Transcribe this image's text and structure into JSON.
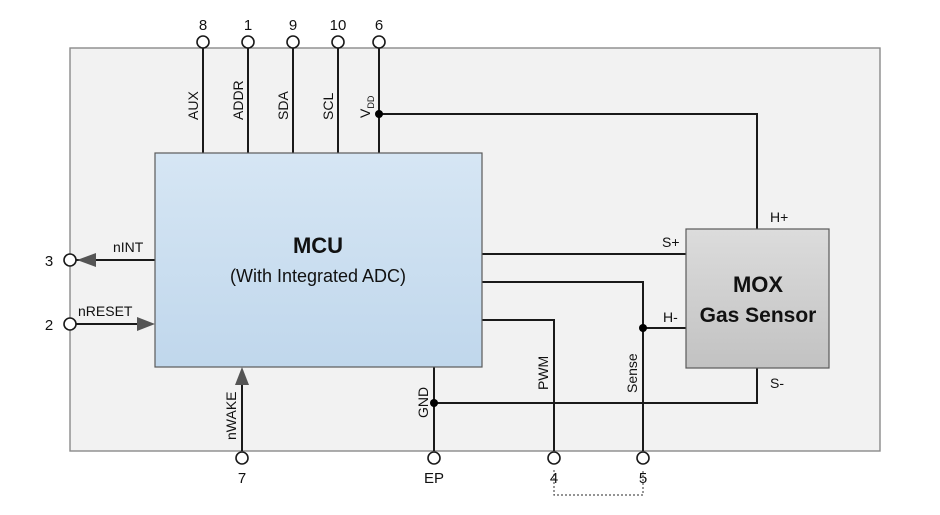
{
  "mcu": {
    "title": "MCU",
    "subtitle": "(With Integrated ADC)"
  },
  "sensor": {
    "line1": "MOX",
    "line2": "Gas Sensor"
  },
  "top_pins": [
    {
      "num": "8",
      "label": "AUX"
    },
    {
      "num": "1",
      "label": "ADDR"
    },
    {
      "num": "9",
      "label": "SDA"
    },
    {
      "num": "10",
      "label": "SCL"
    },
    {
      "num": "6",
      "label": "V",
      "label_sub": "DD"
    }
  ],
  "left_pins": [
    {
      "num": "3",
      "label": "nINT"
    },
    {
      "num": "2",
      "label": "nRESET"
    }
  ],
  "bottom_pins": [
    {
      "num": "7",
      "label": "nWAKE"
    },
    {
      "num": "EP",
      "label": "GND"
    },
    {
      "num": "4",
      "label": "PWM"
    },
    {
      "num": "5",
      "label": "Sense"
    }
  ],
  "sensor_terminals": {
    "h_plus": "H+",
    "h_minus": "H-",
    "s_plus": "S+",
    "s_minus": "S-"
  },
  "colors": {
    "mcu_fill_top": "#d4e5f3",
    "mcu_fill_bottom": "#c2d9ee",
    "sensor_fill": "#cfcfcf",
    "package_fill": "#f2f2f2"
  }
}
